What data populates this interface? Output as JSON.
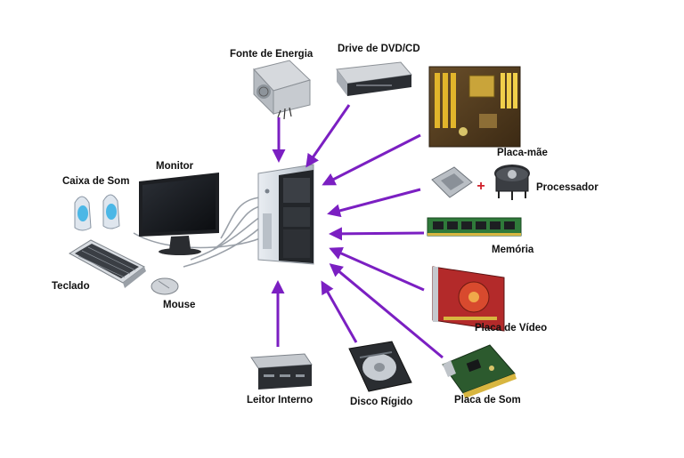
{
  "labels": {
    "power_supply": "Fonte de Energia",
    "dvd_drive": "Drive de DVD/CD",
    "motherboard": "Placa-mãe",
    "processor": "Processador",
    "plus_sign": "+",
    "memory": "Memória",
    "video_card": "Placa de Vídeo",
    "sound_card": "Placa de Som",
    "hard_disk": "Disco Rígido",
    "card_reader": "Leitor Interno",
    "speakers": "Caixa de Som",
    "monitor": "Monitor",
    "keyboard": "Teclado",
    "mouse": "Mouse"
  },
  "colors": {
    "arrow": "#7b1fc2",
    "plus": "#d0202b"
  }
}
